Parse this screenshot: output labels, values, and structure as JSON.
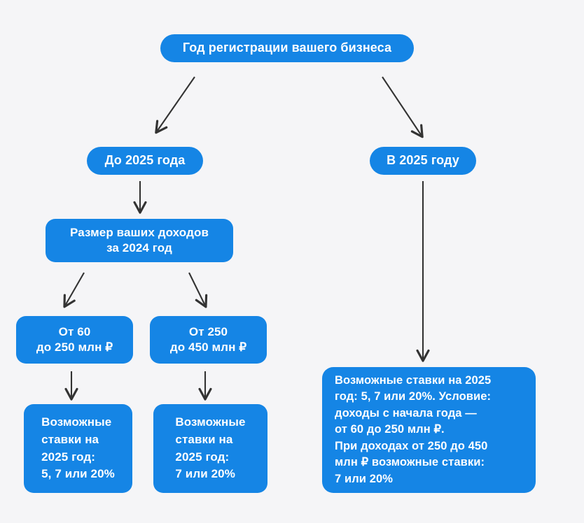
{
  "diagram": {
    "title_node": "Год регистрации вашего бизнеса",
    "background_color": "#f5f5f7",
    "node_color": "#1585e5",
    "node_text_color": "#ffffff",
    "arrow_color": "#333333",
    "nodes": {
      "root": "Год регистрации вашего бизнеса",
      "branch_before_2025": "До 2025 года",
      "branch_in_2025": "В 2025 году",
      "income_2024": "Размер ваших доходов\nза 2024 год",
      "band_60_250": "От 60\nдо 250 млн ₽",
      "band_250_450": "От 250\nдо 450 млн ₽",
      "rates_band1": "Возможные\nставки на\n2025 год:\n5, 7 или 20%",
      "rates_band2": "Возможные\nставки на\n2025 год:\n7 или 20%",
      "rates_new_2025": "Возможные ставки на 2025\nгод: 5, 7 или 20%. Условие:\nдоходы с начала года —\nот 60 до 250 млн ₽.\nПри доходах от 250 до 450\nмлн ₽ возможные ставки:\n7 или 20%"
    },
    "edges": [
      {
        "name": "root-to-before-2025",
        "from": "root",
        "to": "branch_before_2025"
      },
      {
        "name": "root-to-in-2025",
        "from": "root",
        "to": "branch_in_2025"
      },
      {
        "name": "before-2025-to-income",
        "from": "branch_before_2025",
        "to": "income_2024"
      },
      {
        "name": "income-to-band-60-250",
        "from": "income_2024",
        "to": "band_60_250"
      },
      {
        "name": "income-to-band-250-450",
        "from": "income_2024",
        "to": "band_250_450"
      },
      {
        "name": "band1-to-rates1",
        "from": "band_60_250",
        "to": "rates_band1"
      },
      {
        "name": "band2-to-rates2",
        "from": "band_250_450",
        "to": "rates_band2"
      },
      {
        "name": "in-2025-to-rates",
        "from": "branch_in_2025",
        "to": "rates_new_2025"
      }
    ]
  }
}
